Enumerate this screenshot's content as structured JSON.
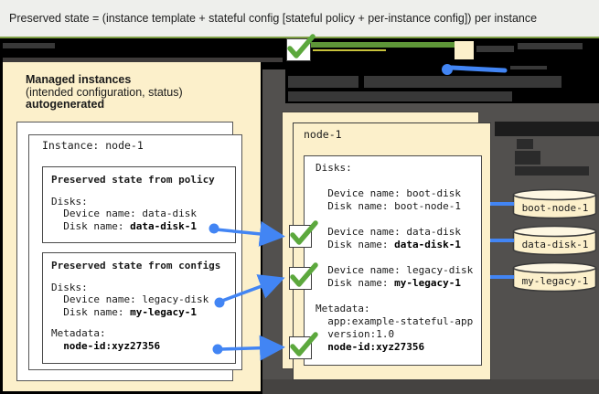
{
  "banner": {
    "title": "Preserved state = (instance template + stateful config [stateful policy + per-instance config]) per instance"
  },
  "managed_panel": {
    "heading_bold": "Managed instances",
    "heading_sub": "(intended configuration, status)",
    "heading_bold2": "autogenerated",
    "instance_title": "Instance: node-1",
    "policy_box": {
      "title": "Preserved state from policy",
      "disks_label": "Disks:",
      "device_line": "  Device name: data-disk",
      "disk_prefix": "  Disk name: ",
      "disk_value": "data-disk-1"
    },
    "configs_box": {
      "title": "Preserved state from configs",
      "disks_label": "Disks:",
      "device_line": "  Device name: legacy-disk",
      "disk_prefix": "  Disk name: ",
      "disk_value": "my-legacy-1",
      "metadata_label": "Metadata:",
      "metadata_value": "node-id:xyz27356"
    }
  },
  "vm_panel": {
    "card_title": "node-1",
    "disks_label": "Disks:",
    "boot_device": "  Device name: boot-disk",
    "boot_disk": "  Disk name: boot-node-1",
    "data_device": "  Device name: data-disk",
    "data_disk_prefix": "  Disk name: ",
    "data_disk_value": "data-disk-1",
    "legacy_device": "  Device name: legacy-disk",
    "legacy_disk_prefix": "  Disk name: ",
    "legacy_disk_value": "my-legacy-1",
    "metadata_label": "Metadata:",
    "metadata_app": "  app:example-stateful-app",
    "metadata_version": "  version:1.0",
    "metadata_node_id": "node-id:xyz27356"
  },
  "disks": {
    "boot": "boot-node-1",
    "data": "data-disk-1",
    "legacy": "my-legacy-1"
  },
  "colors": {
    "cream": "#FCF0CB",
    "panel_gray": "#52504E",
    "check_green": "#5CA83D",
    "legend_green": "#5E9638",
    "banner_green": "#7FA046",
    "arrow_blue": "#4285F4"
  }
}
